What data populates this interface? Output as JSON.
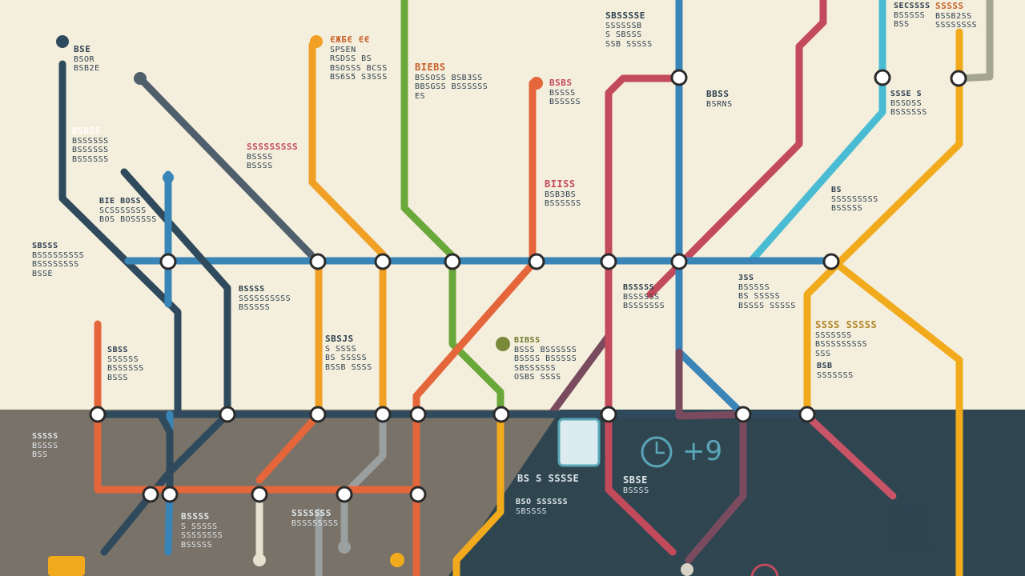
{
  "map": {
    "colors": {
      "paper": "#f4eedc",
      "ground_grey": "#797268",
      "ground_dark": "#2f4651",
      "navy": "#2f4a5c",
      "slate": "#4f5f6c",
      "orange": "#f0a024",
      "green": "#6aa83a",
      "red": "#e4663a",
      "crimson": "#c34a5b",
      "blue": "#3a85b8",
      "cyan": "#49bcd4",
      "olive": "#a4a690",
      "gold": "#f2aa1d",
      "grey": "#9aa0a0",
      "plum": "#7a4a5e",
      "pink": "#c95367"
    },
    "lines": [
      {
        "name": "navy-line",
        "color_key": "navy"
      },
      {
        "name": "slate-line",
        "color_key": "slate"
      },
      {
        "name": "orange-line",
        "color_key": "orange"
      },
      {
        "name": "green-line",
        "color_key": "green"
      },
      {
        "name": "red-line",
        "color_key": "red"
      },
      {
        "name": "crimson-line",
        "color_key": "crimson"
      },
      {
        "name": "blue-line",
        "color_key": "blue"
      },
      {
        "name": "cyan-line",
        "color_key": "cyan"
      },
      {
        "name": "gold-line",
        "color_key": "gold"
      },
      {
        "name": "olive-line",
        "color_key": "olive"
      },
      {
        "name": "grey-line",
        "color_key": "grey"
      },
      {
        "name": "plum-line",
        "color_key": "plum"
      },
      {
        "name": "pink-line",
        "color_key": "pink"
      }
    ],
    "labels": {
      "l1": {
        "head": "BSE",
        "lines": [
          "BSOR",
          "BSB2E"
        ]
      },
      "l2": {
        "head": "ЄЖБЄ ЄЄ",
        "lines": [
          "SPSEN",
          "RSDSS BS",
          "BSOSSS BCSS",
          "BS6S5 S3SSS"
        ]
      },
      "l3": {
        "head": "BIEBS",
        "lines": [
          "BSSOSS BSB3SS",
          "BBSGSS BSSSSSS",
          "ES"
        ]
      },
      "l4": {
        "head": "SBSSSSE",
        "lines": [
          "SSSSSSB",
          "S SBSSS",
          "SSB SSSSS"
        ]
      },
      "l5": {
        "head": "SECSSSS",
        "lines": [
          "BSSSSS",
          "BSS"
        ]
      },
      "l6": {
        "head": "SSSSS",
        "lines": [
          "BSSB2SS",
          "SSSSSSSS"
        ]
      },
      "l7": {
        "head": "BSBS",
        "lines": [
          "BSSSS",
          "BSSSSS"
        ]
      },
      "l8": {
        "head": "BSDSS",
        "lines": [
          "BSSSSSS",
          "BSSSSSS",
          "BSSSSSS"
        ]
      },
      "l9": {
        "head": "SSSSSSSSS",
        "lines": [
          "BSSSS",
          "BSSSS"
        ]
      },
      "l10": {
        "head": "BBSS",
        "lines": [
          "BSRNS"
        ]
      },
      "l11": {
        "head": "SSSE S",
        "lines": [
          "BSSDSS",
          "BSSSSSS"
        ]
      },
      "l12": {
        "head": "BIISS",
        "lines": [
          "BSB3BS",
          "BSSSSSS"
        ]
      },
      "l13": {
        "head": "BIE BOSS",
        "lines": [
          "SCSSSSSSS",
          "BOS BOSSSSS"
        ]
      },
      "l14": {
        "head": "SBSSS",
        "lines": [
          "BSSSSSSSSS",
          "BSSSSSSSS",
          "BSSE"
        ]
      },
      "l15": {
        "head": "BS",
        "lines": [
          "SSSSSSSSS",
          "BSSSSS"
        ]
      },
      "l16": {
        "head": "BSSSS",
        "lines": [
          "SSSSSSSSSS",
          "BSSSSS"
        ]
      },
      "l17": {
        "head": "SBSJS",
        "lines": [
          "S SSSS",
          "BS SSSSS",
          "BSSB SSSS"
        ]
      },
      "l18": {
        "head": "BIBSS",
        "lines": [
          "BSSS BSSSSSS",
          "BSSSS BSSSSS",
          "SBSSSSSS",
          "OSBS SSSS"
        ]
      },
      "l19": {
        "head": "BSSSSS",
        "lines": [
          "BSSSSSS",
          "BSSSSSSS"
        ]
      },
      "l20": {
        "head": "3SS",
        "lines": [
          "BSSSSS",
          "BS SSSSS",
          "BSSSS SSSSS"
        ]
      },
      "l21": {
        "head": "SSSS SSSSS",
        "lines": [
          "SSSSSSS",
          "BSSSSSSSSS",
          "SSS"
        ]
      },
      "l22": {
        "head": "SBSS",
        "lines": [
          "SSSSSS",
          "BSSSSSS",
          "BSSS"
        ]
      },
      "l23": {
        "head": "BSB",
        "lines": [
          "SSSSSSS"
        ]
      },
      "l24": {
        "head": "SBSE",
        "lines": [
          "BSSSS"
        ]
      },
      "l25": {
        "head": "BSSSS",
        "lines": [
          "S SSSSS",
          "SSSSSSSS",
          "BSSSSS"
        ]
      },
      "l26": {
        "head": "BS S SSSSE",
        "lines": []
      },
      "l27": {
        "head": "BSO SSSSSS",
        "lines": [
          "SBSSSS"
        ]
      },
      "l28": {
        "head": "SSSSSS",
        "lines": [
          "BSSSSSS",
          "BSSSSSS",
          "BSSSSSS",
          "BSSSSSSSS"
        ]
      },
      "l29": {
        "head": "SSSSS",
        "lines": [
          "BSSSS",
          "BSS"
        ]
      },
      "l30": {
        "head": "SSSSSSS",
        "lines": [
          "BSSSSSSSS"
        ]
      }
    },
    "clock_text": "+9"
  }
}
